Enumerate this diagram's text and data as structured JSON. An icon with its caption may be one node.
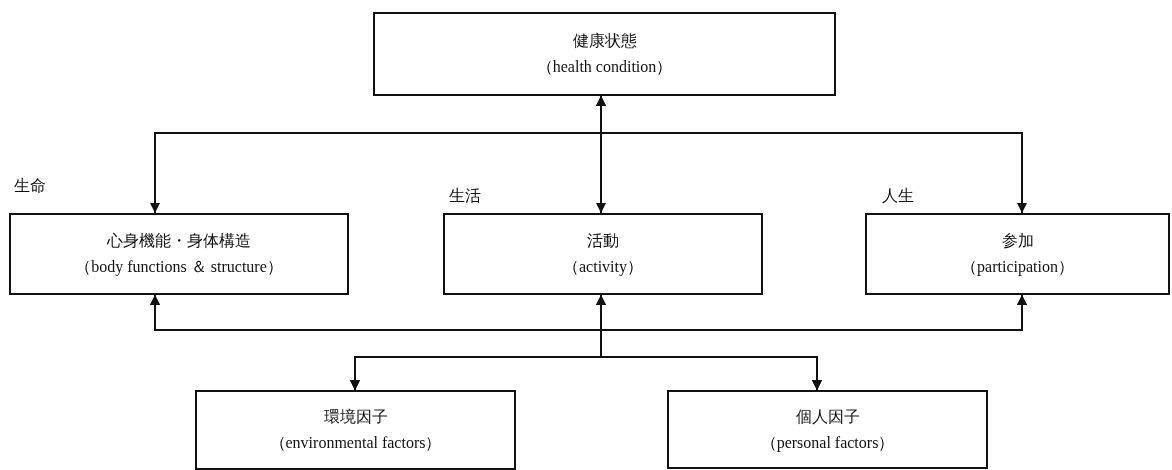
{
  "diagram": {
    "nodes": [
      {
        "text": [
          "健康状態",
          "（health condition）"
        ]
      },
      {
        "text": [
          "心身機能・身体構造",
          "（body functions ＆ structure）"
        ],
        "beside": [
          "生命"
        ]
      },
      {
        "text": [
          "活動",
          "（activity）"
        ],
        "beside": [
          "生活"
        ]
      },
      {
        "text": [
          "参加",
          "（participation）"
        ],
        "beside": [
          "人生"
        ]
      },
      {
        "text": [
          "環境因子",
          "（environmental factors）"
        ]
      },
      {
        "text": [
          "個人因子",
          "（personal factors）"
        ]
      }
    ],
    "edges": [
      {
        "from": 0,
        "to": 1,
        "arrow": "both"
      },
      {
        "from": 0,
        "to": 2,
        "arrow": "both"
      },
      {
        "from": 0,
        "to": 3,
        "arrow": "both"
      },
      {
        "from": 4,
        "to": 1,
        "arrow": "both"
      },
      {
        "from": 4,
        "to": 2,
        "arrow": "both"
      },
      {
        "from": 4,
        "to": 3,
        "arrow": "both"
      },
      {
        "from": 5,
        "to": 1,
        "arrow": "both"
      },
      {
        "from": 5,
        "to": 2,
        "arrow": "both"
      },
      {
        "from": 5,
        "to": 3,
        "arrow": "both"
      }
    ]
  }
}
